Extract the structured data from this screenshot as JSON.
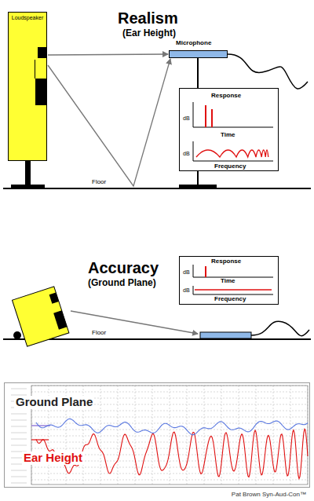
{
  "diagram": {
    "nodes": [
      {
        "text": [
          "Loudspeaker"
        ]
      },
      {
        "text": [
          "Microphone"
        ]
      },
      {
        "text": [
          "Response",
          "dB",
          "Time",
          "dB",
          "Frequency"
        ]
      },
      {
        "text": [
          "Response",
          "dB",
          "Time",
          "dB",
          "Frequency"
        ]
      },
      {
        "text": [
          "Ground Plane",
          "Ear Height"
        ]
      }
    ],
    "edges": [
      {
        "from": 0,
        "to": 1,
        "arrow": "to"
      },
      {
        "from": 0,
        "to": 1,
        "arrow": "to"
      }
    ],
    "labels": [
      "Realism",
      "(Ear Height)",
      "Floor",
      "Accuracy",
      "(Ground Plane)",
      "Floor",
      "Pat Brown Syn-Aud-Con™"
    ]
  }
}
